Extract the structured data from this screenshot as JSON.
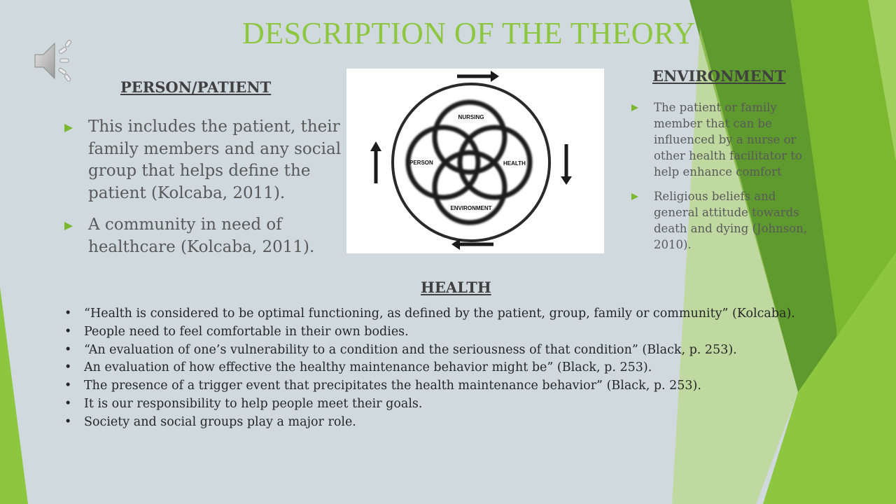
{
  "slide": {
    "title": "DESCRIPTION OF THE THEORY",
    "colors": {
      "background": "#cfd9de",
      "title": "#8dc63f",
      "accent_green": "#7cb82f",
      "dark_green": "#4a8a1e",
      "light_green": "#b5d96e"
    }
  },
  "audio": {
    "icon": "speaker-icon"
  },
  "person": {
    "heading": "PERSON/PATIENT",
    "bullets": [
      "This includes the patient, their family members and any social group that helps define the patient (Kolcaba, 2011).",
      "A community in need of healthcare (Kolcaba, 2011)."
    ]
  },
  "environment": {
    "heading": "ENVIRONMENT",
    "bullets": [
      "The patient or family member that can be influenced by a nurse or other health facilitator to help enhance comfort",
      "Religious beliefs and general attitude towards death and dying (Johnson, 2010)."
    ]
  },
  "diagram": {
    "labels": {
      "nursing": "NURSING",
      "person": "PERSON",
      "health": "HEALTH",
      "environment": "ENVIRONMENT"
    }
  },
  "health": {
    "heading": "HEALTH",
    "bullet_char": "•",
    "bullets": [
      "“Health is considered to be optimal functioning, as defined by the patient, group, family or community” (Kolcaba).",
      "People need to feel comfortable in their own bodies.",
      "“An evaluation of one’s vulnerability to a condition and the seriousness of that condition” (Black, p. 253).",
      "An evaluation of how effective the healthy maintenance behavior might be” (Black, p. 253).",
      "The presence of a trigger event that precipitates the health maintenance behavior” (Black, p. 253).",
      "It is our responsibility to help people meet their goals.",
      "Society and social groups play a major role."
    ]
  }
}
